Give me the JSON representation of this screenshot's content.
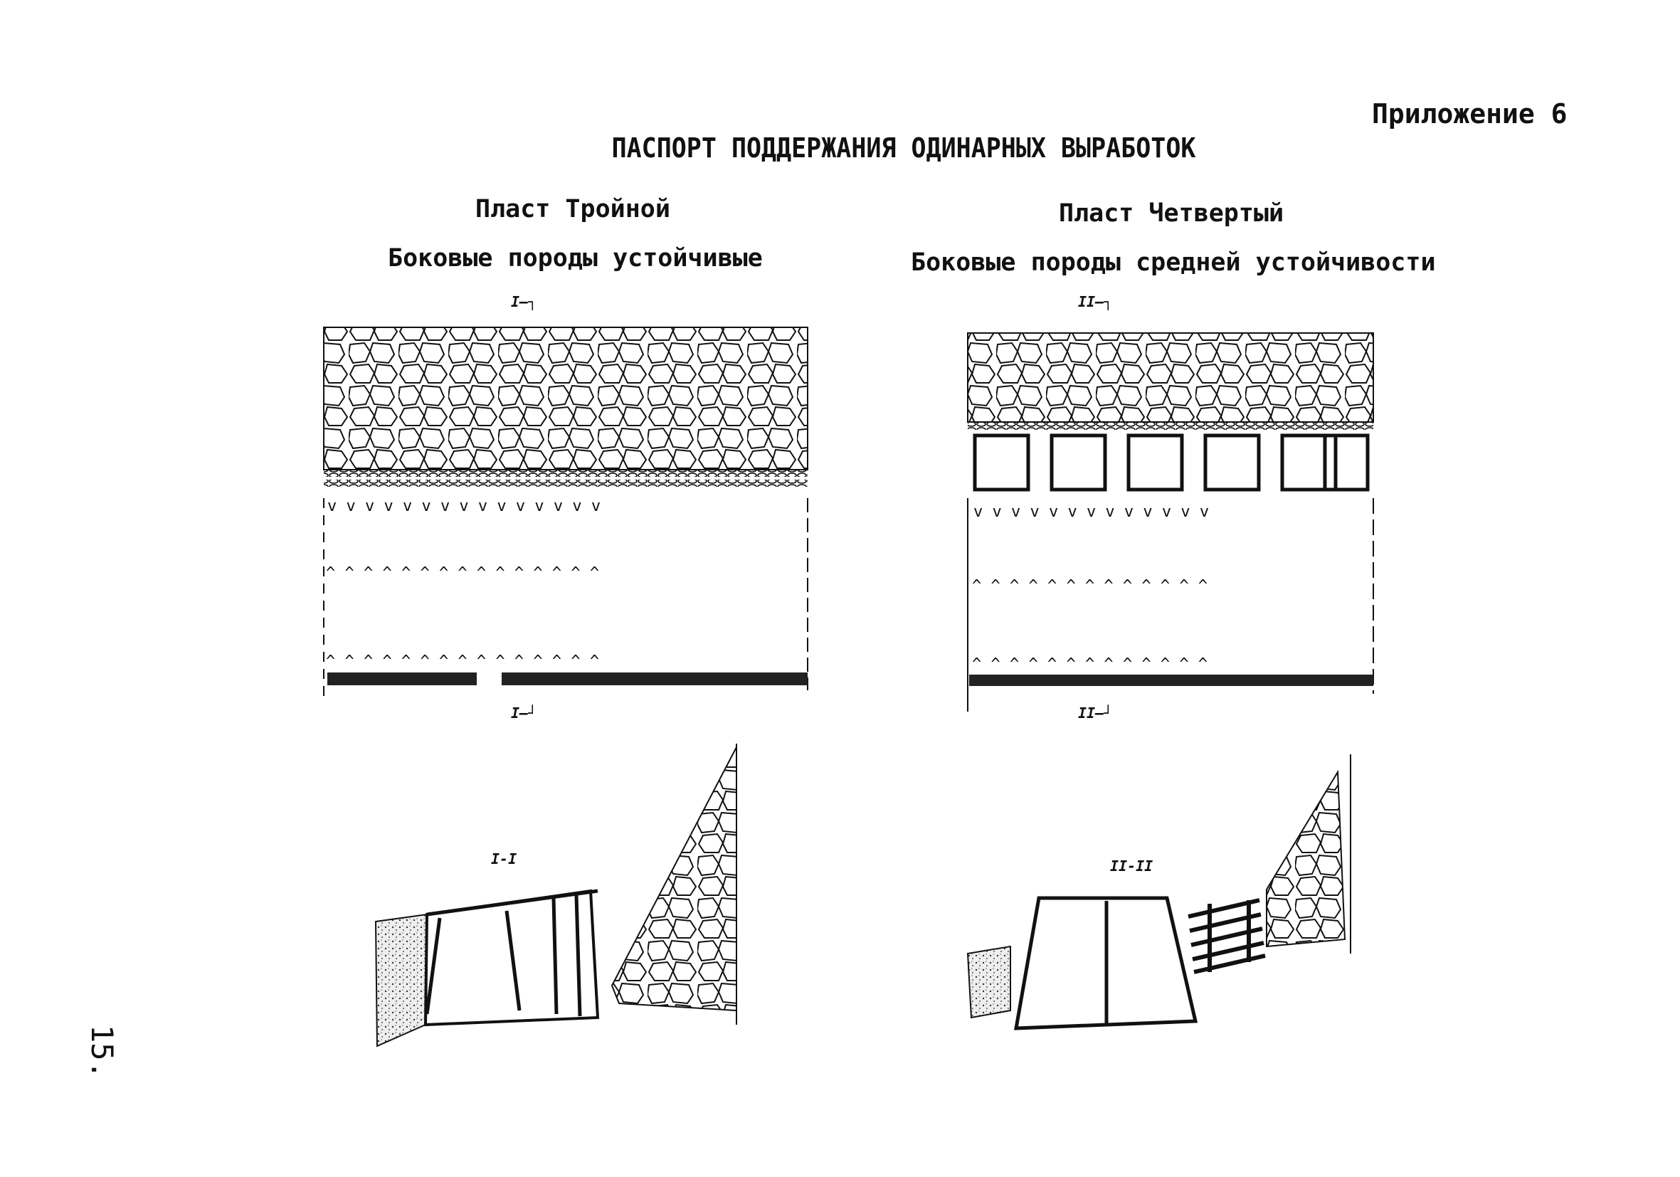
{
  "header": {
    "appendix": "Приложение 6",
    "title": "ПАСПОРТ ПОДДЕРЖАНИЯ ОДИНАРНЫХ ВЫРАБОТОК"
  },
  "left": {
    "seam": "Пласт Тройной",
    "rock": "Боковые породы устойчивые",
    "cut_top": "I—┐",
    "cut_bottom": "I—┘",
    "section_label": "I-I"
  },
  "right": {
    "seam": "Пласт Четвертый",
    "rock": "Боковые породы средней устойчивости",
    "cut_top": "II—┐",
    "cut_bottom": "II—┘",
    "section_label": "II-II"
  },
  "page_number": "15."
}
